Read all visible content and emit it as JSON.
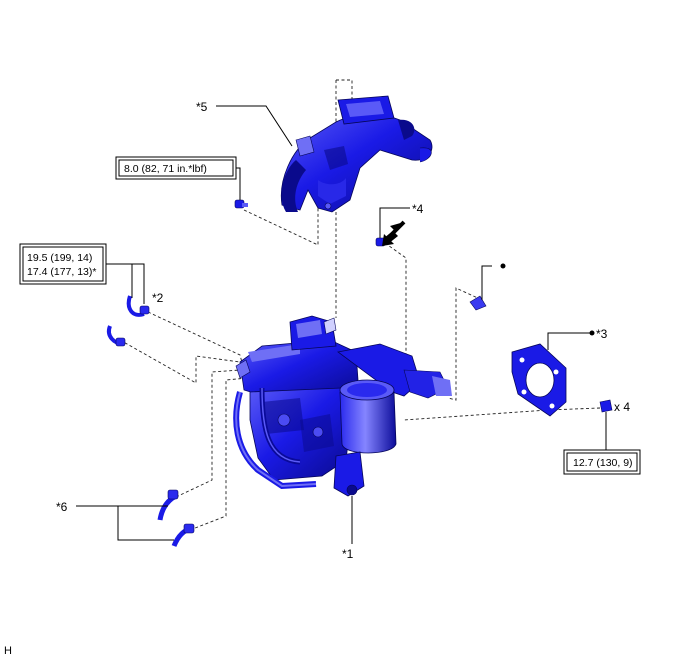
{
  "diagram": {
    "callouts": {
      "c1": "*1",
      "c2": "*2",
      "c3": "*3",
      "c4": "*4",
      "c5": "*5",
      "c6": "*6"
    },
    "quantity": "x 4",
    "torque_specs": {
      "t1": "8.0 (82, 71 in.*lbf)",
      "t2_line1": "19.5 (199, 14)",
      "t2_line2": "17.4 (177, 13)*",
      "t3": "12.7 (130, 9)"
    },
    "corner_mark": "H",
    "colors": {
      "part_fill": "#1a1ae6",
      "part_dark": "#0a0a8c",
      "part_light": "#6f6ff5",
      "line": "#000000"
    }
  }
}
